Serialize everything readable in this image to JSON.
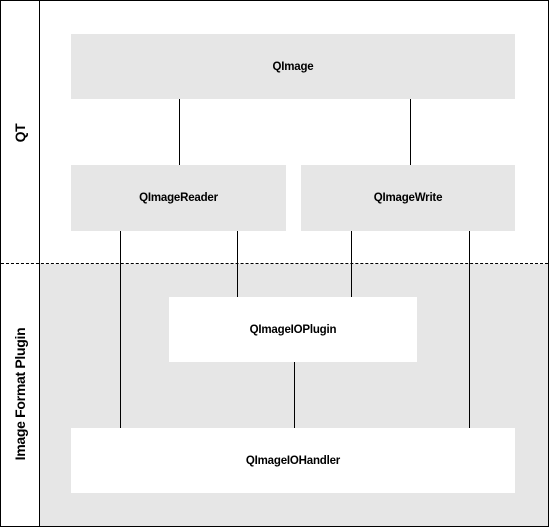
{
  "sections": {
    "qt_label": "QT",
    "plugin_label": "Image Format Plugin"
  },
  "boxes": {
    "qimage": "QImage",
    "qimagereader": "QImageReader",
    "qimagewrite": "QImageWrite",
    "qimageioplugin": "QImageIOPlugin",
    "qimageiohandler": "QImageIOHandler"
  },
  "colors": {
    "box_grey": "#e6e6e6",
    "plugin_region": "#e6e6e6",
    "line": "#000000"
  }
}
